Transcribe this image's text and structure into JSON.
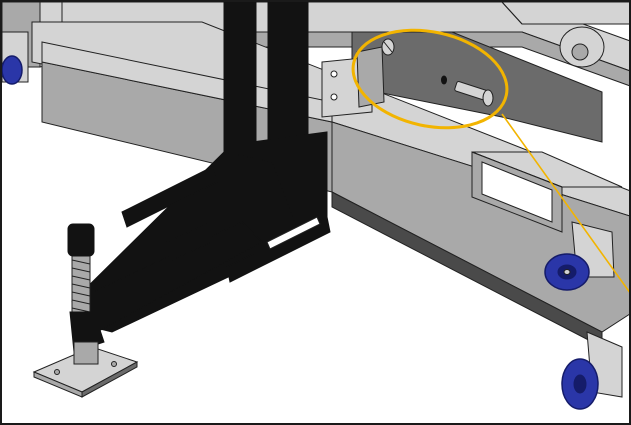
{
  "diagram": {
    "parts": [
      "frame-rail-top",
      "frame-rail-bottom",
      "cross-beam",
      "mounting-bracket",
      "mast-column",
      "caster-wheel",
      "leveling-foot",
      "bolt-pin"
    ],
    "colors": {
      "frame_light": "#d4d4d4",
      "frame_mid": "#a9a9a9",
      "frame_dark": "#6b6b6b",
      "frame_shadow": "#4a4a4a",
      "bracket_black": "#121212",
      "caster_blue": "#2a36a8",
      "caster_blue_dark": "#151c6a",
      "highlight_callout": "#f2b400",
      "outline": "#222222"
    },
    "callout": {
      "shape": "ellipse",
      "target": "bolt-pin",
      "leader_line": true
    }
  }
}
